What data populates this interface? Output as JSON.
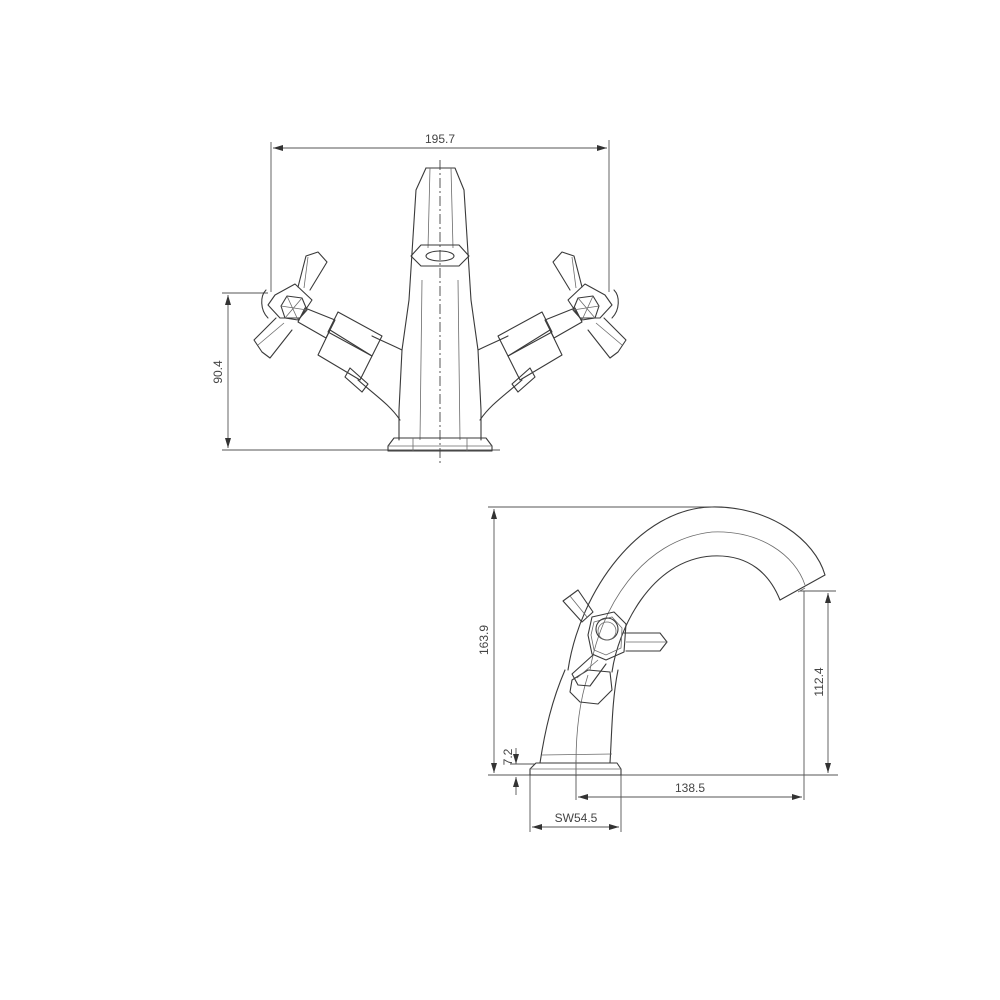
{
  "drawing": {
    "type": "technical-drawing",
    "subject": "basin mixer tap with cross-head handles",
    "line_color": "#3a3a3a",
    "background": "#ffffff"
  },
  "front_view": {
    "dimensions": {
      "overall_width": "195.7",
      "handle_height": "90.4"
    }
  },
  "side_view": {
    "dimensions": {
      "overall_height": "163.9",
      "spout_outlet_height": "112.4",
      "base_thickness": "7.2",
      "spout_reach": "138.5",
      "base_wrench_size": "SW54.5"
    }
  }
}
